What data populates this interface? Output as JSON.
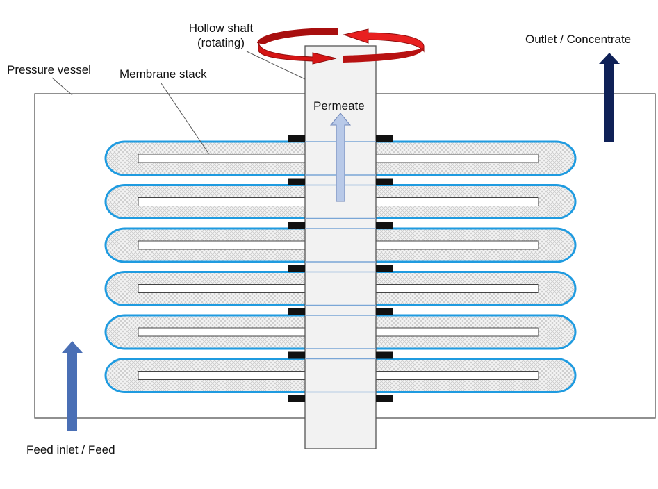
{
  "labels": {
    "shaft_line1": "Hollow shaft",
    "shaft_line2": "(rotating)",
    "pressure_vessel": "Pressure vessel",
    "membrane_stack": "Membrane stack",
    "permeate": "Permeate",
    "outlet": "Outlet / Concentrate",
    "feed": "Feed inlet / Feed"
  },
  "diagram": {
    "membrane_pairs_count": 6
  },
  "colors": {
    "membrane_outline": "#1f9be0",
    "membrane_fill_hatch": "#c8c8c8",
    "shaft_fill": "#f2f2f2",
    "outline": "#555555",
    "seal": "#111111",
    "rotation_arrow": "#e21b1b",
    "rotation_arrow_dark": "#a80f0f",
    "permeate_arrow": "#b8c9e8",
    "outlet_arrow": "#0f2157",
    "feed_arrow": "#4a6fb5"
  }
}
